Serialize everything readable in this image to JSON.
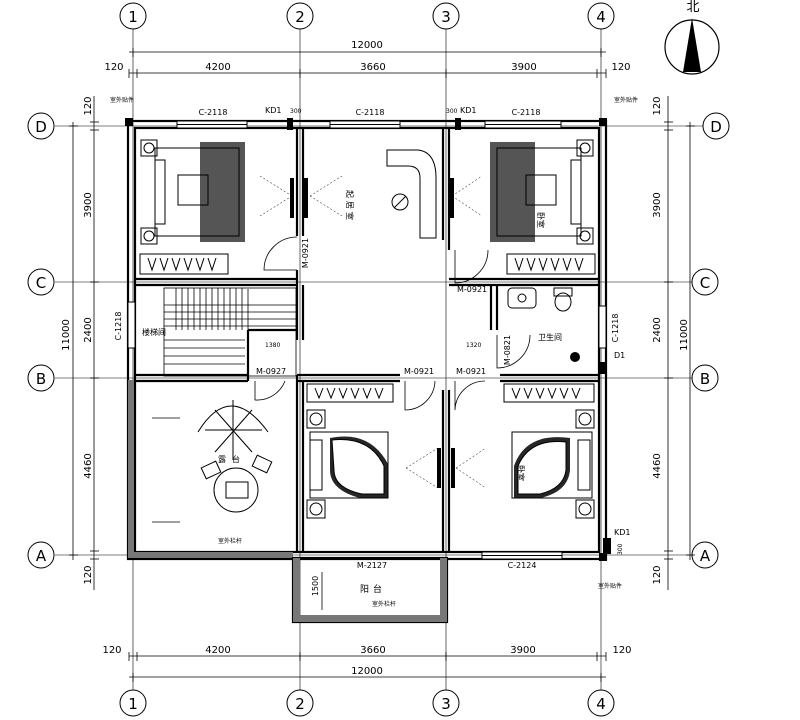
{
  "north": {
    "label": "北"
  },
  "axes": {
    "columns": [
      "1",
      "2",
      "3",
      "4"
    ],
    "rows": [
      "D",
      "C",
      "B",
      "A"
    ]
  },
  "dimensions": {
    "top_total": "12000",
    "top_segments": [
      "120",
      "4200",
      "3660",
      "3900",
      "120"
    ],
    "bottom_total": "12000",
    "bottom_segments": [
      "120",
      "4200",
      "3660",
      "3900",
      "120"
    ],
    "left_total": "11000",
    "left_segments": [
      "120",
      "3900",
      "2400",
      "4460",
      "120"
    ],
    "right_total": "11000",
    "right_segments": [
      "120",
      "3900",
      "2400",
      "4460",
      "120"
    ]
  },
  "labels": {
    "window_d1": "C-2118",
    "window_d2": "C-2118",
    "window_d3": "C-2118",
    "kd1_a": "KD1",
    "kd1_b": "KD1",
    "kd1_c": "KD1",
    "d1": "D1",
    "w300_a": "300",
    "w300_b": "300",
    "w300_c": "300",
    "m0921_a": "M-0921",
    "m0921_b": "M-0921",
    "m0921_c": "M-0921",
    "m0921_d": "M-0921",
    "m0927": "M-0927",
    "m0821": "M-0821",
    "m2127": "M-2127",
    "c2124": "C-2124",
    "c1218_left": "C-1218",
    "c1218_right": "C-1218",
    "dim1380": "1380",
    "dim1320": "1320",
    "dim1500": "1500",
    "stair_label": "楼梯间",
    "bath_label": "卫生间",
    "bed_label_ne": "卧室",
    "bed_label_se": "卧室",
    "lounge_label": "起居室",
    "terrace_label": "露台",
    "balcony_label": "阳台",
    "rail_terrace": "室外栏杆",
    "rail_balcony": "室外栏杆",
    "tag_tl": "室外贴件",
    "tag_tr": "室外贴件",
    "tag_br": "室外贴件"
  }
}
